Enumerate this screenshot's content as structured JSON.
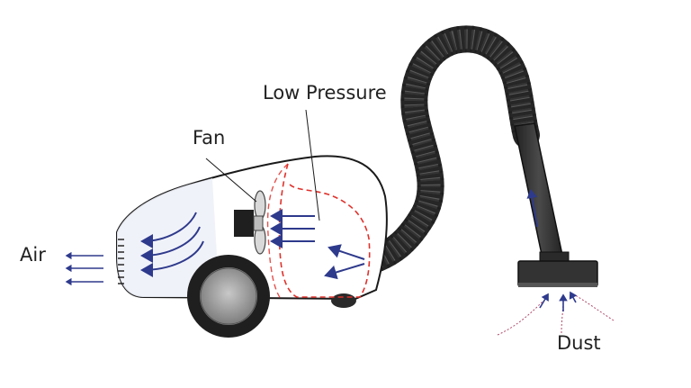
{
  "labels": {
    "low_pressure": "Low Pressure",
    "fan": "Fan",
    "air": "Air",
    "dust": "Dust"
  },
  "colors": {
    "outline": "#1a1a1a",
    "air_arrow": "#2e3a8c",
    "pressure_zone": "#e0312b",
    "hose": "#3a3a3a",
    "wheel": "#1f1f1f",
    "hub": "#9a9a9a",
    "dust_trail": "#b04a6a"
  },
  "icons": {
    "fan": "fan-icon",
    "motor": "motor-icon",
    "wheel": "wheel-icon"
  }
}
